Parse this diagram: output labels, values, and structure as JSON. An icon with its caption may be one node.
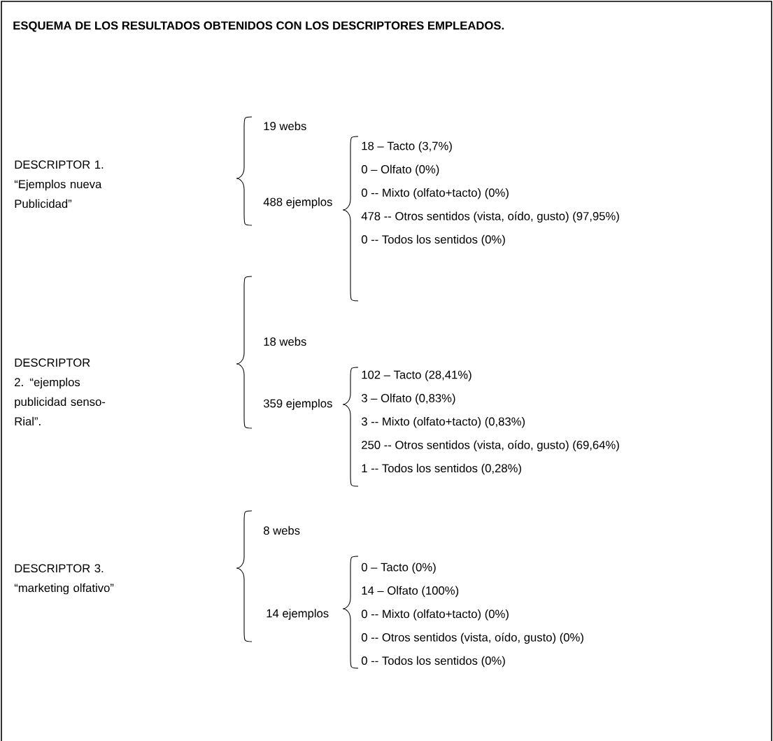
{
  "diagram": {
    "title": "ESQUEMA DE LOS RESULTADOS OBTENIDOS CON LOS DESCRIPTORES EMPLEADOS.",
    "labels": [
      "DESCRIPTOR 1. “Ejemplos nueva Publicidad”",
      "19 webs",
      "488 ejemplos",
      "18 – Tacto (3,7%)",
      "0 – Olfato (0%)",
      "0 -- Mixto (olfato+tacto) (0%)",
      "478 -- Otros sentidos (vista, oído, gusto) (97,95%)",
      "0 -- Todos los sentidos (0%)",
      "DESCRIPTOR 2. “ejemplos publicidad senso-Rial”.",
      "18 webs",
      "359 ejemplos",
      "102 – Tacto (28,41%)",
      "3 – Olfato (0,83%)",
      "3 -- Mixto (olfato+tacto) (0,83%)",
      "250 -- Otros sentidos (vista, oído, gusto) (69,64%)",
      "1 -- Todos los sentidos (0,28%)",
      "DESCRIPTOR 3. “marketing olfativo”",
      "8 webs",
      "14 ejemplos",
      "0 – Tacto (0%)",
      "14 – Olfato (100%)",
      "0 -- Mixto (olfato+tacto) (0%)",
      "0 -- Otros sentidos (vista, oído, gusto) (0%)",
      "0 -- Todos los sentidos (0%)"
    ]
  }
}
